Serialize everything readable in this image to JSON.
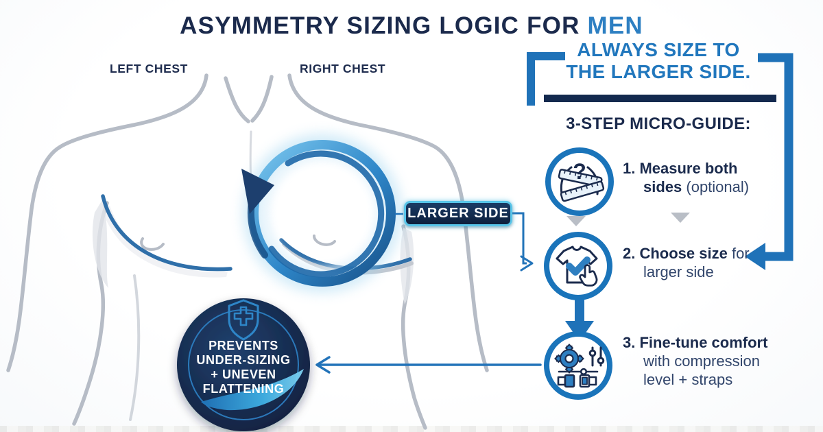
{
  "header": {
    "title_main": "ASYMMETRY SIZING LOGIC FOR",
    "title_accent": "MEN"
  },
  "anatomy": {
    "left_chest_label": "LEFT CHEST",
    "right_chest_label": "RIGHT CHEST",
    "larger_side_tag": "LARGER SIDE",
    "highlight": "glow-circle-around-right-chest",
    "arrow": "circular-arrowhead-pointing-up-left"
  },
  "benefit_badge": {
    "icon": "shield-cross-icon",
    "lines": [
      "PREVENTS",
      "UNDER-SIZING",
      "+ UNEVEN",
      "FLATTENING"
    ]
  },
  "panel": {
    "headline_line1": "ALWAYS SIZE TO",
    "headline_line2": "THE LARGER SIDE.",
    "guide_heading": "3-STEP MICRO-GUIDE:",
    "steps": [
      {
        "icon": "measure-tape-icon",
        "line1_bold": "1. Measure both",
        "line2_bold": "sides",
        "line2_regular": " (optional)"
      },
      {
        "icon": "tshirt-select-icon",
        "line1_bold": "2. Choose size",
        "line1_regular": " for",
        "line2_regular": "larger side"
      },
      {
        "icon": "tune-settings-icon",
        "line1_bold": "3. Fine-tune comfort",
        "line2_regular": "with compression",
        "line3_regular": "level + straps"
      }
    ]
  },
  "icons": {
    "question_glyph": "?"
  },
  "colors": {
    "navy_text": "#1b2a4c",
    "blue_headline": "#2177bd",
    "accent_blue": "#2d7fc2",
    "connector_blue": "#1f72b8",
    "cyan_border": "#58c5e9",
    "badge_navy": "#122240",
    "gray_outline": "#b6bcc6",
    "triangle_gray": "#b9bec6"
  }
}
